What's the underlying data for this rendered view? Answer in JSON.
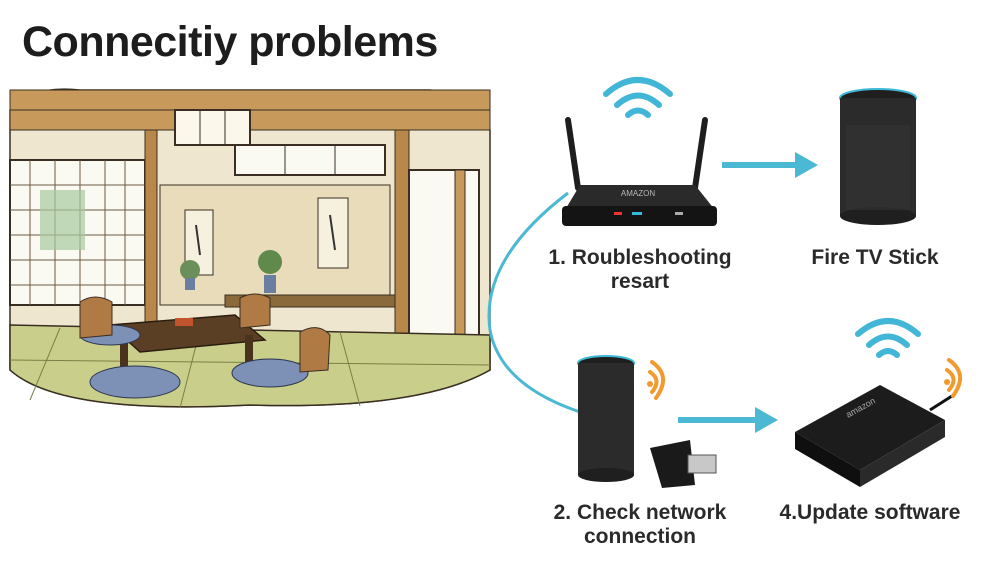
{
  "title": "Connecitiy problems",
  "steps": {
    "router": {
      "line1": "1. Roubleshooting",
      "line2": "resart",
      "brand": "AMAZON"
    },
    "fire": {
      "label": "Fire TV Stick"
    },
    "network": {
      "line1": "2. Check network",
      "line2": "connection"
    },
    "update": {
      "label": "4.Update software",
      "brand": "amazon"
    }
  },
  "colors": {
    "accent": "#4bb8d4",
    "wifi_blue": "#41b6d6",
    "wifi_orange": "#f29a2e",
    "device": "#222222"
  },
  "icons": [
    "wifi-icon",
    "router-icon",
    "echo-speaker-icon",
    "fire-tv-stick-icon",
    "streaming-box-icon",
    "arrow-icon"
  ]
}
